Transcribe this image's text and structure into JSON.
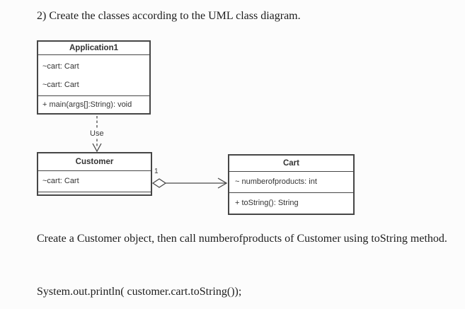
{
  "page": {
    "title": "2) Create the classes according to the UML class diagram.",
    "instruction": "Create a Customer object, then call numberofproducts of Customer using toString method.",
    "code": "System.out.println( customer.cart.toString());"
  },
  "diagram": {
    "classes": [
      {
        "name": "Application1",
        "attributes": [
          "~cart: Cart",
          "~cart: Cart"
        ],
        "operations": [
          "+ main(args[]:String): void"
        ]
      },
      {
        "name": "Customer",
        "attributes": [
          "~cart: Cart"
        ],
        "operations": []
      },
      {
        "name": "Cart",
        "attributes": [
          "~ numberofproducts: int"
        ],
        "operations": [
          "+ toString(): String"
        ]
      }
    ],
    "dependency": {
      "from": "Application1",
      "to": "Customer",
      "label": "Use",
      "style": "dashed-open-arrow"
    },
    "association": {
      "from": "Customer",
      "to": "Cart",
      "type": "aggregation",
      "multiplicity": "1",
      "style": "hollow-diamond-open-arrow"
    },
    "colors": {
      "line": "#464646",
      "box_fill": "#ffffff",
      "box_text": "#333333",
      "page_background": "#fcfcfc",
      "body_text": "#1d1d1d"
    }
  }
}
